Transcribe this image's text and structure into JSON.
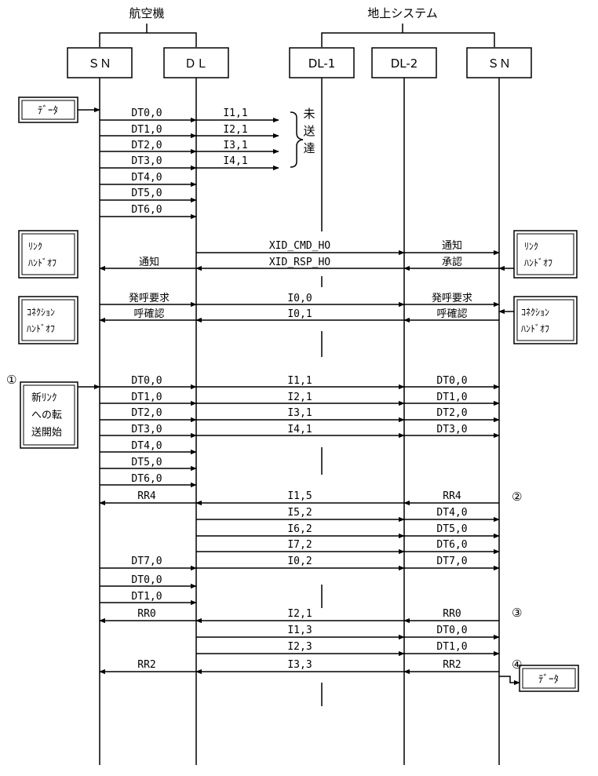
{
  "headers": {
    "aircraft": "航空機",
    "ground": "地上システム"
  },
  "entities": [
    "ＳＮ",
    "ＤＬ",
    "DL-1",
    "DL-2",
    "ＳＮ"
  ],
  "side_boxes": {
    "data_left": "ﾃﾞｰﾀ",
    "link_handoff_left": [
      "ﾘﾝｸ",
      "ﾊﾝﾄﾞｵﾌ"
    ],
    "link_handoff_right": [
      "ﾘﾝｸ",
      "ﾊﾝﾄﾞｵﾌ"
    ],
    "conn_handoff_left": [
      "ｺﾈｸｼｮﾝ",
      "ﾊﾝﾄﾞｵﾌ"
    ],
    "conn_handoff_right": [
      "ｺﾈｸｼｮﾝ",
      "ﾊﾝﾄﾞｵﾌ"
    ],
    "new_link": [
      "新ﾘﾝｸ",
      "への転",
      "送開始"
    ],
    "data_right": "ﾃﾞｰﾀ"
  },
  "unsent_label": [
    "未",
    "送",
    "達"
  ],
  "markers": [
    "①",
    "②",
    "③",
    "④"
  ],
  "messages": [
    {
      "from": 0,
      "to": 1,
      "label": "DT0,0"
    },
    {
      "from": 0,
      "to": 1,
      "label": "DT1,0"
    },
    {
      "from": 0,
      "to": 1,
      "label": "DT2,0"
    },
    {
      "from": 0,
      "to": 1,
      "label": "DT3,0"
    },
    {
      "from": 0,
      "to": 1,
      "label": "DT4,0"
    },
    {
      "from": 0,
      "to": 1,
      "label": "DT5,0"
    },
    {
      "from": 0,
      "to": 1,
      "label": "DT6,0"
    },
    {
      "from": 1,
      "to": "lost",
      "label": "I1,1"
    },
    {
      "from": 1,
      "to": "lost",
      "label": "I2,1"
    },
    {
      "from": 1,
      "to": "lost",
      "label": "I3,1"
    },
    {
      "from": 1,
      "to": "lost",
      "label": "I4,1"
    },
    {
      "from": 1,
      "to": 3,
      "label": "XID_CMD_HO"
    },
    {
      "from": 3,
      "to": 4,
      "label": "通知"
    },
    {
      "from": 4,
      "to": 3,
      "label": "承認"
    },
    {
      "from": 3,
      "to": 1,
      "label": "XID_RSP_HO"
    },
    {
      "from": 1,
      "to": 0,
      "label": "通知"
    },
    {
      "from": 0,
      "to": 1,
      "label": "発呼要求"
    },
    {
      "from": 1,
      "to": 3,
      "label": "I0,0"
    },
    {
      "from": 3,
      "to": 4,
      "label": "発呼要求"
    },
    {
      "from": 4,
      "to": 3,
      "label": "呼確認"
    },
    {
      "from": 3,
      "to": 1,
      "label": "I0,1"
    },
    {
      "from": 1,
      "to": 0,
      "label": "呼確認"
    },
    {
      "from": 0,
      "to": 1,
      "label": "DT0,0"
    },
    {
      "from": 1,
      "to": 3,
      "label": "I1,1"
    },
    {
      "from": 3,
      "to": 4,
      "label": "DT0,0"
    },
    {
      "from": 0,
      "to": 1,
      "label": "DT1,0"
    },
    {
      "from": 1,
      "to": 3,
      "label": "I2,1"
    },
    {
      "from": 3,
      "to": 4,
      "label": "DT1,0"
    },
    {
      "from": 0,
      "to": 1,
      "label": "DT2,0"
    },
    {
      "from": 1,
      "to": 3,
      "label": "I3,1"
    },
    {
      "from": 3,
      "to": 4,
      "label": "DT2,0"
    },
    {
      "from": 0,
      "to": 1,
      "label": "DT3,0"
    },
    {
      "from": 1,
      "to": 3,
      "label": "I4,1"
    },
    {
      "from": 3,
      "to": 4,
      "label": "DT3,0"
    },
    {
      "from": 0,
      "to": 1,
      "label": "DT4,0"
    },
    {
      "from": 0,
      "to": 1,
      "label": "DT5,0"
    },
    {
      "from": 0,
      "to": 1,
      "label": "DT6,0"
    },
    {
      "from": 4,
      "to": 3,
      "label": "RR4"
    },
    {
      "from": 3,
      "to": 1,
      "label": "I1,5"
    },
    {
      "from": 1,
      "to": 0,
      "label": "RR4"
    },
    {
      "from": 1,
      "to": 3,
      "label": "I5,2"
    },
    {
      "from": 3,
      "to": 4,
      "label": "DT4,0"
    },
    {
      "from": 1,
      "to": 3,
      "label": "I6,2"
    },
    {
      "from": 3,
      "to": 4,
      "label": "DT5,0"
    },
    {
      "from": 1,
      "to": 3,
      "label": "I7,2"
    },
    {
      "from": 3,
      "to": 4,
      "label": "DT6,0"
    },
    {
      "from": 1,
      "to": 3,
      "label": "I0,2"
    },
    {
      "from": 3,
      "to": 4,
      "label": "DT7,0"
    },
    {
      "from": 0,
      "to": 1,
      "label": "DT7,0"
    },
    {
      "from": 0,
      "to": 1,
      "label": "DT0,0"
    },
    {
      "from": 0,
      "to": 1,
      "label": "DT1,0"
    },
    {
      "from": 4,
      "to": 3,
      "label": "RR0"
    },
    {
      "from": 3,
      "to": 1,
      "label": "I2,1"
    },
    {
      "from": 1,
      "to": 0,
      "label": "RR0"
    },
    {
      "from": 1,
      "to": 3,
      "label": "I1,3"
    },
    {
      "from": 3,
      "to": 4,
      "label": "DT0,0"
    },
    {
      "from": 1,
      "to": 3,
      "label": "I2,3"
    },
    {
      "from": 3,
      "to": 4,
      "label": "DT1,0"
    },
    {
      "from": 4,
      "to": 3,
      "label": "RR2"
    },
    {
      "from": 3,
      "to": 1,
      "label": "I3,3"
    },
    {
      "from": 1,
      "to": 0,
      "label": "RR2"
    }
  ]
}
